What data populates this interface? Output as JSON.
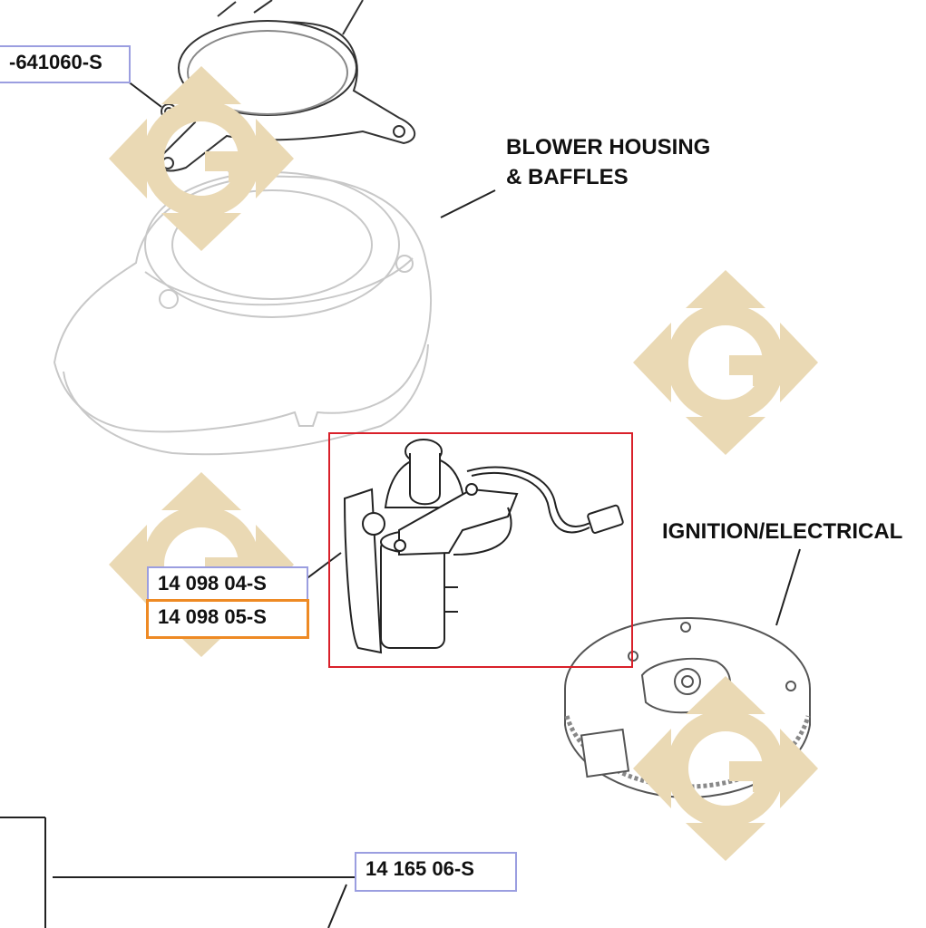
{
  "sections": {
    "blower": {
      "line1": "BLOWER HOUSING",
      "line2": "& BAFFLES"
    },
    "ignition": {
      "line1": "IGNITION/ELECTRICAL"
    }
  },
  "part_labels": {
    "top_left": "-641060-S",
    "starter_1": "14 098 04-S",
    "starter_2": "14 098 05-S",
    "bottom": "14 165 06-S"
  },
  "colors": {
    "label_border": "#9b9ee0",
    "selected_label_border": "#ee8a24",
    "highlight_box": "#d9202a",
    "watermark": "#ead9b4",
    "line_art": "#333333",
    "faded_art": "#c8c8c8"
  },
  "selected_part": "14 098 05-S",
  "icons": [
    "g-watermark-icon"
  ]
}
